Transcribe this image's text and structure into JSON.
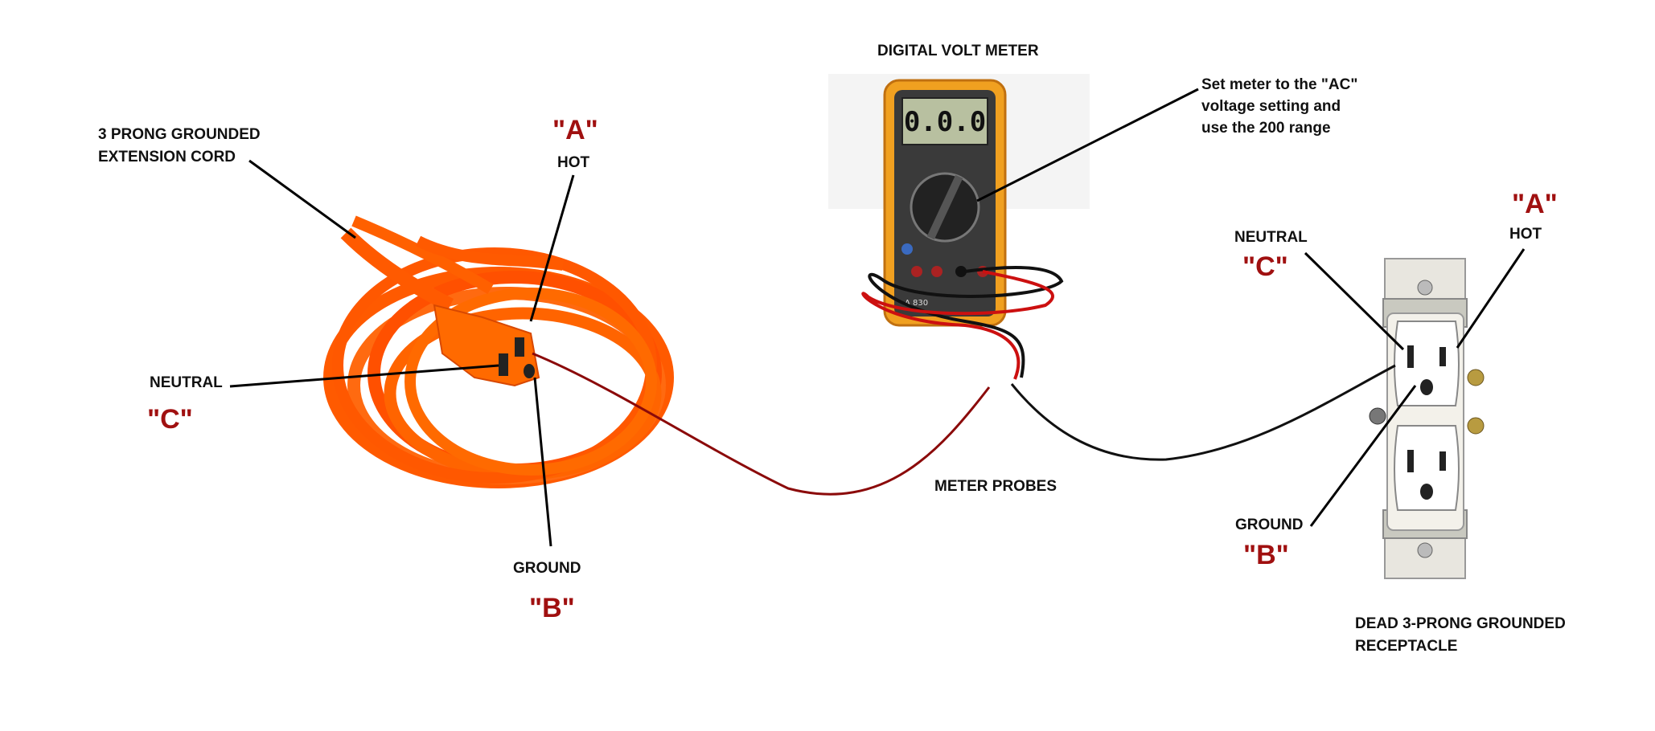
{
  "title": "DIGITAL VOLT METER",
  "cord": {
    "caption_line1": "3 PRONG GROUNDED",
    "caption_line2": "EXTENSION CORD",
    "hot_letter": "\"A\"",
    "hot_label": "HOT",
    "neutral_label": "NEUTRAL",
    "neutral_letter": "\"C\"",
    "ground_label": "GROUND",
    "ground_letter": "\"B\""
  },
  "meter": {
    "display_value": "0.0.0",
    "note_line1": "Set meter to the \"AC\"",
    "note_line2": "voltage setting and",
    "note_line3": "use the 200 range",
    "probes_label": "METER PROBES"
  },
  "receptacle": {
    "neutral_label": "NEUTRAL",
    "neutral_letter": "\"C\"",
    "hot_letter": "\"A\"",
    "hot_label": "HOT",
    "ground_label": "GROUND",
    "ground_letter": "\"B\"",
    "caption_line1": "DEAD 3-PRONG GROUNDED",
    "caption_line2": "RECEPTACLE"
  },
  "colors": {
    "cord_orange": "#ff5a00",
    "letter_red": "#a01010",
    "probe_red": "#8b0a0a",
    "probe_black": "#111111",
    "meter_body": "#f0a020"
  }
}
